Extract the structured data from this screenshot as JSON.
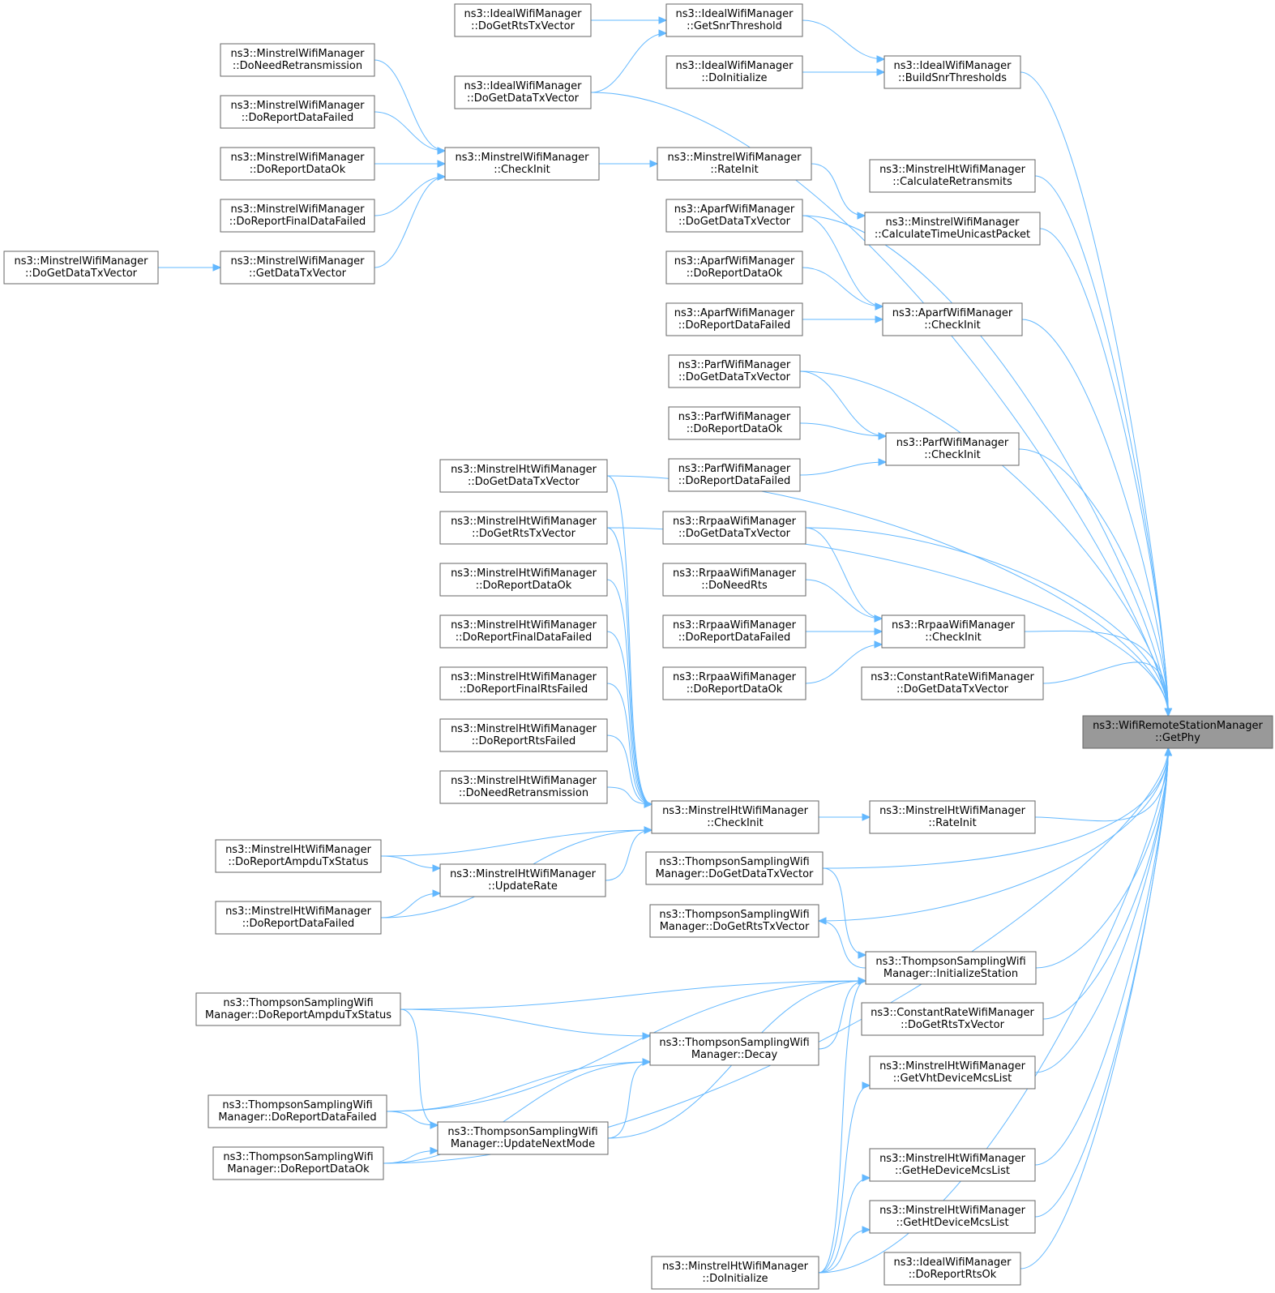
{
  "nodes": [
    {
      "id": "getphy",
      "line1": "ns3::WifiRemoteStationManager",
      "line2": "::GetPhy",
      "highlight": true
    },
    {
      "id": "ideal_getsnr",
      "line1": "ns3::IdealWifiManager",
      "line2": "::GetSnrThreshold"
    },
    {
      "id": "ideal_dogetrts",
      "line1": "ns3::IdealWifiManager",
      "line2": "::DoGetRtsTxVector"
    },
    {
      "id": "ideal_dogetdata",
      "line1": "ns3::IdealWifiManager",
      "line2": "::DoGetDataTxVector"
    },
    {
      "id": "ideal_doinit",
      "line1": "ns3::IdealWifiManager",
      "line2": "::DoInitialize"
    },
    {
      "id": "ideal_buildsnr",
      "line1": "ns3::IdealWifiManager",
      "line2": "::BuildSnrThresholds"
    },
    {
      "id": "ideal_doreportrtsok",
      "line1": "ns3::IdealWifiManager",
      "line2": "::DoReportRtsOk"
    },
    {
      "id": "min_doneedretx",
      "line1": "ns3::MinstrelWifiManager",
      "line2": "::DoNeedRetransmission"
    },
    {
      "id": "min_doreportdatafailed",
      "line1": "ns3::MinstrelWifiManager",
      "line2": "::DoReportDataFailed"
    },
    {
      "id": "min_doreportdataok",
      "line1": "ns3::MinstrelWifiManager",
      "line2": "::DoReportDataOk"
    },
    {
      "id": "min_doreportfinaldatafailed",
      "line1": "ns3::MinstrelWifiManager",
      "line2": "::DoReportFinalDataFailed"
    },
    {
      "id": "min_getdatatx",
      "line1": "ns3::MinstrelWifiManager",
      "line2": "::GetDataTxVector"
    },
    {
      "id": "min_dogetdatatx",
      "line1": "ns3::MinstrelWifiManager",
      "line2": "::DoGetDataTxVector"
    },
    {
      "id": "min_checkinit",
      "line1": "ns3::MinstrelWifiManager",
      "line2": "::CheckInit"
    },
    {
      "id": "min_rateinit",
      "line1": "ns3::MinstrelWifiManager",
      "line2": "::RateInit"
    },
    {
      "id": "min_calctime",
      "line1": "ns3::MinstrelWifiManager",
      "line2": "::CalculateTimeUnicastPacket"
    },
    {
      "id": "minht_calcretx",
      "line1": "ns3::MinstrelHtWifiManager",
      "line2": "::CalculateRetransmits"
    },
    {
      "id": "aparf_dogetdata",
      "line1": "ns3::AparfWifiManager",
      "line2": "::DoGetDataTxVector"
    },
    {
      "id": "aparf_doreportdataok",
      "line1": "ns3::AparfWifiManager",
      "line2": "::DoReportDataOk"
    },
    {
      "id": "aparf_doreportdatafailed",
      "line1": "ns3::AparfWifiManager",
      "line2": "::DoReportDataFailed"
    },
    {
      "id": "aparf_checkinit",
      "line1": "ns3::AparfWifiManager",
      "line2": "::CheckInit"
    },
    {
      "id": "parf_dogetdata",
      "line1": "ns3::ParfWifiManager",
      "line2": "::DoGetDataTxVector"
    },
    {
      "id": "parf_doreportdataok",
      "line1": "ns3::ParfWifiManager",
      "line2": "::DoReportDataOk"
    },
    {
      "id": "parf_doreportdatafailed",
      "line1": "ns3::ParfWifiManager",
      "line2": "::DoReportDataFailed"
    },
    {
      "id": "parf_checkinit",
      "line1": "ns3::ParfWifiManager",
      "line2": "::CheckInit"
    },
    {
      "id": "rrpaa_dogetdata",
      "line1": "ns3::RrpaaWifiManager",
      "line2": "::DoGetDataTxVector"
    },
    {
      "id": "rrpaa_doneedrts",
      "line1": "ns3::RrpaaWifiManager",
      "line2": "::DoNeedRts"
    },
    {
      "id": "rrpaa_doreportdatafailed",
      "line1": "ns3::RrpaaWifiManager",
      "line2": "::DoReportDataFailed"
    },
    {
      "id": "rrpaa_doreportdataok",
      "line1": "ns3::RrpaaWifiManager",
      "line2": "::DoReportDataOk"
    },
    {
      "id": "rrpaa_checkinit",
      "line1": "ns3::RrpaaWifiManager",
      "line2": "::CheckInit"
    },
    {
      "id": "const_dogetdata",
      "line1": "ns3::ConstantRateWifiManager",
      "line2": "::DoGetDataTxVector"
    },
    {
      "id": "const_dogetrts",
      "line1": "ns3::ConstantRateWifiManager",
      "line2": "::DoGetRtsTxVector"
    },
    {
      "id": "minht_dogetdata",
      "line1": "ns3::MinstrelHtWifiManager",
      "line2": "::DoGetDataTxVector"
    },
    {
      "id": "minht_dogetrts",
      "line1": "ns3::MinstrelHtWifiManager",
      "line2": "::DoGetRtsTxVector"
    },
    {
      "id": "minht_doreportdataok",
      "line1": "ns3::MinstrelHtWifiManager",
      "line2": "::DoReportDataOk"
    },
    {
      "id": "minht_doreportfinaldatafailed",
      "line1": "ns3::MinstrelHtWifiManager",
      "line2": "::DoReportFinalDataFailed"
    },
    {
      "id": "minht_doreportfinalrtsfailed",
      "line1": "ns3::MinstrelHtWifiManager",
      "line2": "::DoReportFinalRtsFailed"
    },
    {
      "id": "minht_doreportrtsfailed",
      "line1": "ns3::MinstrelHtWifiManager",
      "line2": "::DoReportRtsFailed"
    },
    {
      "id": "minht_doneedretx",
      "line1": "ns3::MinstrelHtWifiManager",
      "line2": "::DoNeedRetransmission"
    },
    {
      "id": "minht_checkinit",
      "line1": "ns3::MinstrelHtWifiManager",
      "line2": "::CheckInit"
    },
    {
      "id": "minht_rateinit",
      "line1": "ns3::MinstrelHtWifiManager",
      "line2": "::RateInit"
    },
    {
      "id": "minht_doreportampdu",
      "line1": "ns3::MinstrelHtWifiManager",
      "line2": "::DoReportAmpduTxStatus"
    },
    {
      "id": "minht_updaterate",
      "line1": "ns3::MinstrelHtWifiManager",
      "line2": "::UpdateRate"
    },
    {
      "id": "minht_doreportdatafailed",
      "line1": "ns3::MinstrelHtWifiManager",
      "line2": "::DoReportDataFailed"
    },
    {
      "id": "ts_dogetdata",
      "line1": "ns3::ThompsonSamplingWifi",
      "line2": "Manager::DoGetDataTxVector"
    },
    {
      "id": "ts_dogetrts",
      "line1": "ns3::ThompsonSamplingWifi",
      "line2": "Manager::DoGetRtsTxVector"
    },
    {
      "id": "ts_initstation",
      "line1": "ns3::ThompsonSamplingWifi",
      "line2": "Manager::InitializeStation"
    },
    {
      "id": "ts_doreportampdu",
      "line1": "ns3::ThompsonSamplingWifi",
      "line2": "Manager::DoReportAmpduTxStatus"
    },
    {
      "id": "ts_decay",
      "line1": "ns3::ThompsonSamplingWifi",
      "line2": "Manager::Decay"
    },
    {
      "id": "ts_doreportdatafailed",
      "line1": "ns3::ThompsonSamplingWifi",
      "line2": "Manager::DoReportDataFailed"
    },
    {
      "id": "ts_updatenextmode",
      "line1": "ns3::ThompsonSamplingWifi",
      "line2": "Manager::UpdateNextMode"
    },
    {
      "id": "ts_doreportdataok",
      "line1": "ns3::ThompsonSamplingWifi",
      "line2": "Manager::DoReportDataOk"
    },
    {
      "id": "minht_getvht",
      "line1": "ns3::MinstrelHtWifiManager",
      "line2": "::GetVhtDeviceMcsList"
    },
    {
      "id": "minht_gethe",
      "line1": "ns3::MinstrelHtWifiManager",
      "line2": "::GetHeDeviceMcsList"
    },
    {
      "id": "minht_getht",
      "line1": "ns3::MinstrelHtWifiManager",
      "line2": "::GetHtDeviceMcsList"
    },
    {
      "id": "minht_doinit",
      "line1": "ns3::MinstrelHtWifiManager",
      "line2": "::DoInitialize"
    }
  ],
  "edges": [
    [
      "ideal_dogetrts",
      "ideal_getsnr"
    ],
    [
      "ideal_dogetdata",
      "ideal_getsnr"
    ],
    [
      "ideal_getsnr",
      "ideal_buildsnr"
    ],
    [
      "ideal_doinit",
      "ideal_buildsnr"
    ],
    [
      "ideal_buildsnr",
      "getphy"
    ],
    [
      "ideal_dogetdata",
      "getphy"
    ],
    [
      "min_doneedretx",
      "min_checkinit"
    ],
    [
      "min_doreportdatafailed",
      "min_checkinit"
    ],
    [
      "min_doreportdataok",
      "min_checkinit"
    ],
    [
      "min_doreportfinaldatafailed",
      "min_checkinit"
    ],
    [
      "min_getdatatx",
      "min_checkinit"
    ],
    [
      "min_dogetdatatx",
      "min_getdatatx"
    ],
    [
      "min_checkinit",
      "min_rateinit"
    ],
    [
      "min_rateinit",
      "min_calctime"
    ],
    [
      "min_calctime",
      "getphy"
    ],
    [
      "minht_calcretx",
      "getphy"
    ],
    [
      "aparf_dogetdata",
      "aparf_checkinit"
    ],
    [
      "aparf_doreportdataok",
      "aparf_checkinit"
    ],
    [
      "aparf_doreportdatafailed",
      "aparf_checkinit"
    ],
    [
      "aparf_dogetdata",
      "getphy"
    ],
    [
      "aparf_checkinit",
      "getphy"
    ],
    [
      "parf_dogetdata",
      "parf_checkinit"
    ],
    [
      "parf_doreportdataok",
      "parf_checkinit"
    ],
    [
      "parf_doreportdatafailed",
      "parf_checkinit"
    ],
    [
      "parf_dogetdata",
      "getphy"
    ],
    [
      "parf_checkinit",
      "getphy"
    ],
    [
      "rrpaa_dogetdata",
      "rrpaa_checkinit"
    ],
    [
      "rrpaa_doneedrts",
      "rrpaa_checkinit"
    ],
    [
      "rrpaa_doreportdatafailed",
      "rrpaa_checkinit"
    ],
    [
      "rrpaa_doreportdataok",
      "rrpaa_checkinit"
    ],
    [
      "rrpaa_dogetdata",
      "getphy"
    ],
    [
      "rrpaa_checkinit",
      "getphy"
    ],
    [
      "const_dogetdata",
      "getphy"
    ],
    [
      "minht_dogetdata",
      "getphy"
    ],
    [
      "minht_dogetrts",
      "getphy"
    ],
    [
      "minht_dogetdata",
      "minht_checkinit"
    ],
    [
      "minht_dogetrts",
      "minht_checkinit"
    ],
    [
      "minht_doreportdataok",
      "minht_checkinit"
    ],
    [
      "minht_doreportfinaldatafailed",
      "minht_checkinit"
    ],
    [
      "minht_doreportfinalrtsfailed",
      "minht_checkinit"
    ],
    [
      "minht_doreportrtsfailed",
      "minht_checkinit"
    ],
    [
      "minht_doneedretx",
      "minht_checkinit"
    ],
    [
      "minht_doreportampdu",
      "minht_checkinit"
    ],
    [
      "minht_updaterate",
      "minht_checkinit"
    ],
    [
      "minht_doreportdatafailed",
      "minht_checkinit"
    ],
    [
      "minht_doreportampdu",
      "minht_updaterate"
    ],
    [
      "minht_doreportdatafailed",
      "minht_updaterate"
    ],
    [
      "minht_checkinit",
      "minht_rateinit"
    ],
    [
      "minht_rateinit",
      "getphy"
    ],
    [
      "ts_dogetdata",
      "getphy"
    ],
    [
      "ts_dogetrts",
      "getphy"
    ],
    [
      "ts_dogetdata",
      "ts_initstation"
    ],
    [
      "ts_initstation",
      "ts_dogetrts"
    ],
    [
      "ts_doreportampdu",
      "ts_initstation"
    ],
    [
      "ts_decay",
      "ts_initstation"
    ],
    [
      "ts_doreportdatafailed",
      "ts_initstation"
    ],
    [
      "ts_updatenextmode",
      "ts_initstation"
    ],
    [
      "ts_initstation",
      "getphy"
    ],
    [
      "ts_doreportampdu",
      "ts_decay"
    ],
    [
      "ts_doreportdatafailed",
      "ts_decay"
    ],
    [
      "ts_doreportdataok",
      "ts_decay"
    ],
    [
      "ts_updatenextmode",
      "ts_decay"
    ],
    [
      "ts_doreportampdu",
      "ts_updatenextmode"
    ],
    [
      "ts_doreportdatafailed",
      "ts_updatenextmode"
    ],
    [
      "ts_doreportdataok",
      "ts_updatenextmode"
    ],
    [
      "ts_doreportdataok",
      "getphy"
    ],
    [
      "const_dogetrts",
      "getphy"
    ],
    [
      "minht_getvht",
      "getphy"
    ],
    [
      "minht_gethe",
      "getphy"
    ],
    [
      "minht_getht",
      "getphy"
    ],
    [
      "ideal_doreportrtsok",
      "getphy"
    ],
    [
      "minht_doinit",
      "minht_getvht"
    ],
    [
      "minht_doinit",
      "minht_gethe"
    ],
    [
      "minht_doinit",
      "minht_getht"
    ],
    [
      "minht_doinit",
      "ts_initstation"
    ],
    [
      "minht_doinit",
      "getphy"
    ]
  ]
}
